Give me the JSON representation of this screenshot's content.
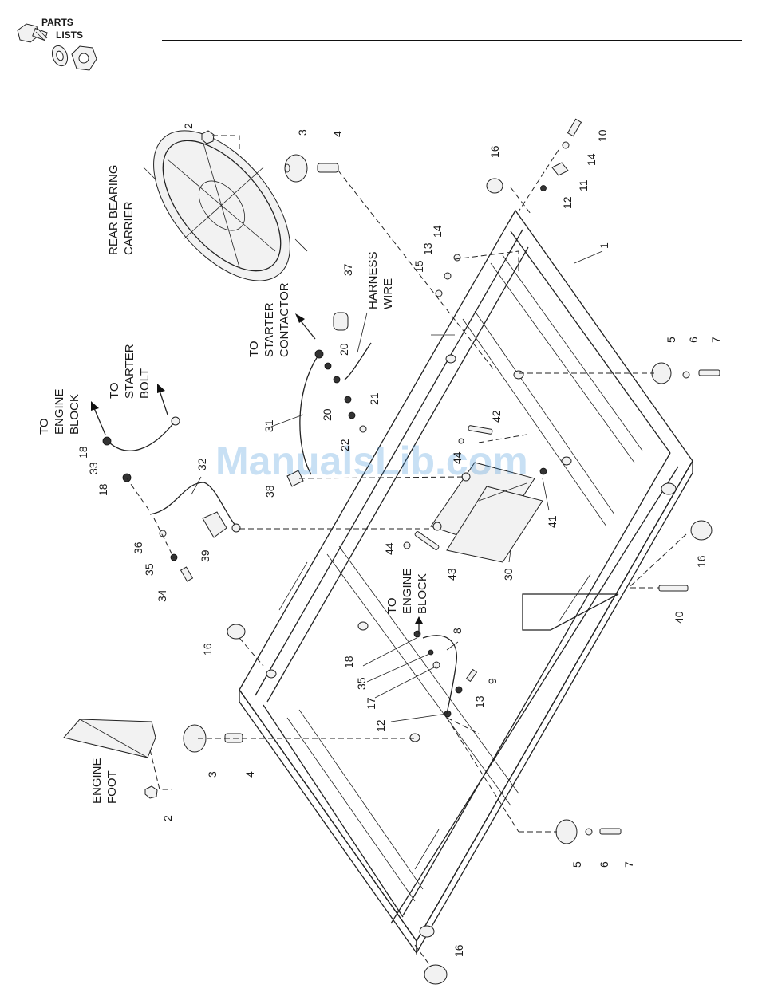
{
  "logo": {
    "line1": "PARTS",
    "line2": "LISTS"
  },
  "watermark": "ManualsLib.com",
  "notes": {
    "rear_bearing_carrier": [
      "REAR BEARING",
      "CARRIER"
    ],
    "starter_contactor": [
      "TO",
      "STARTER",
      "CONTACTOR"
    ],
    "harness_wire": [
      "HARNESS",
      "WIRE"
    ],
    "starter_bolt": [
      "TO",
      "STARTER",
      "BOLT"
    ],
    "engine_block_top": [
      "TO",
      "ENGINE",
      "BLOCK"
    ],
    "engine_block_mid": [
      "TO",
      "ENGINE",
      "BLOCK"
    ],
    "engine_foot": [
      "ENGINE",
      "FOOT"
    ]
  },
  "callouts": [
    "2",
    "3",
    "4",
    "10",
    "14",
    "11",
    "12",
    "16",
    "1",
    "14",
    "13",
    "15",
    "37",
    "20",
    "20",
    "21",
    "22",
    "31",
    "38",
    "18",
    "33",
    "18",
    "32",
    "36",
    "35",
    "34",
    "39",
    "42",
    "44",
    "41",
    "30",
    "43",
    "44",
    "5",
    "6",
    "7",
    "16",
    "40",
    "16",
    "8",
    "18",
    "35",
    "17",
    "9",
    "13",
    "12",
    "3",
    "4",
    "2",
    "5",
    "6",
    "7",
    "16"
  ]
}
